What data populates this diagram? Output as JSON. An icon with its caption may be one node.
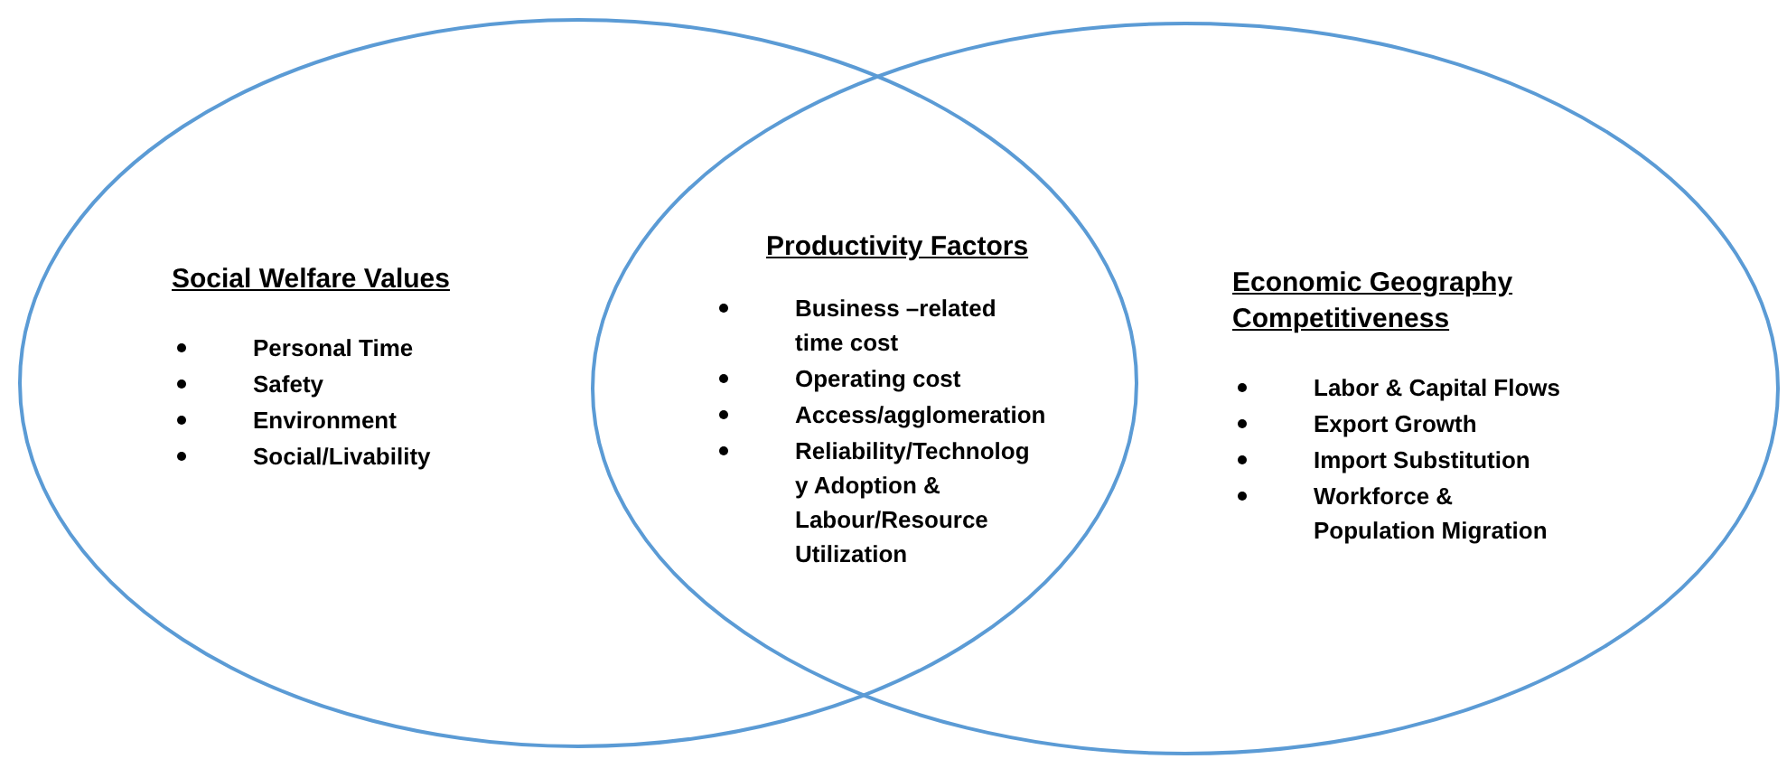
{
  "diagram": {
    "nodes": [
      {
        "text": [
          "Social Welfare Values",
          "Personal Time",
          "Safety",
          "Environment",
          "Social/Livability"
        ]
      },
      {
        "text": [
          "Productivity Factors",
          "Business –related time cost",
          "Operating cost",
          "Access/agglomeration",
          "Reliability/Technolog y Adoption & Labour/Resource Utilization"
        ]
      },
      {
        "text": [
          "Economic Geography Competitiveness",
          "Labor & Capital Flows",
          "Export Growth",
          "Import Substitution",
          "Workforce & Population Migration"
        ]
      }
    ]
  }
}
